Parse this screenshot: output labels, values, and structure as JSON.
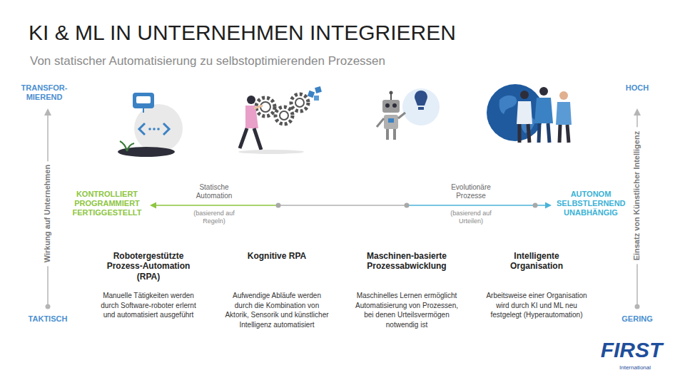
{
  "diagram": {
    "title": "KI & ML IN UNTERNEHMEN INTEGRIEREN",
    "caption": "Von statischer Automatisierung zu selbstoptimierenden Prozessen",
    "labels": [
      "TRANSFOR- MIEREND",
      "Wirkung auf Unternehmen",
      "TAKTISCH",
      "HOCH",
      "Einsatz von Künstlicher Intelligenz",
      "GERING",
      "KONTROLLIERT PROGRAMMIERT FERTIGGESTELLT",
      "Statische Automation",
      "(basierend auf Regeln)",
      "Evolutionäre Prozesse",
      "(basierend auf Urteilen)",
      "AUTONOM SELBSTLERNEND UNABHÄNGIG",
      "Robotergestützte Prozess-Automation (RPA)",
      "Manuelle Tätigkeiten werden durch Software-roboter erlernt und automatisiert ausgeführt",
      "Kognitive RPA",
      "Aufwendige Abläufe werden durch die Kombination von Aktorik, Sensorik und künstlicher Intelligenz automatisiert",
      "Maschinen-basierte Prozessabwicklung",
      "Maschinelles Lernen ermöglicht Automatisierung von Prozessen, bei denen Urteilsvermögen notwendig ist",
      "Intelligente Organisation",
      "Arbeitsweise einer Organisation wird durch KI und ML neu festgelegt (Hyperautomation)",
      "FIRST",
      "International"
    ]
  }
}
